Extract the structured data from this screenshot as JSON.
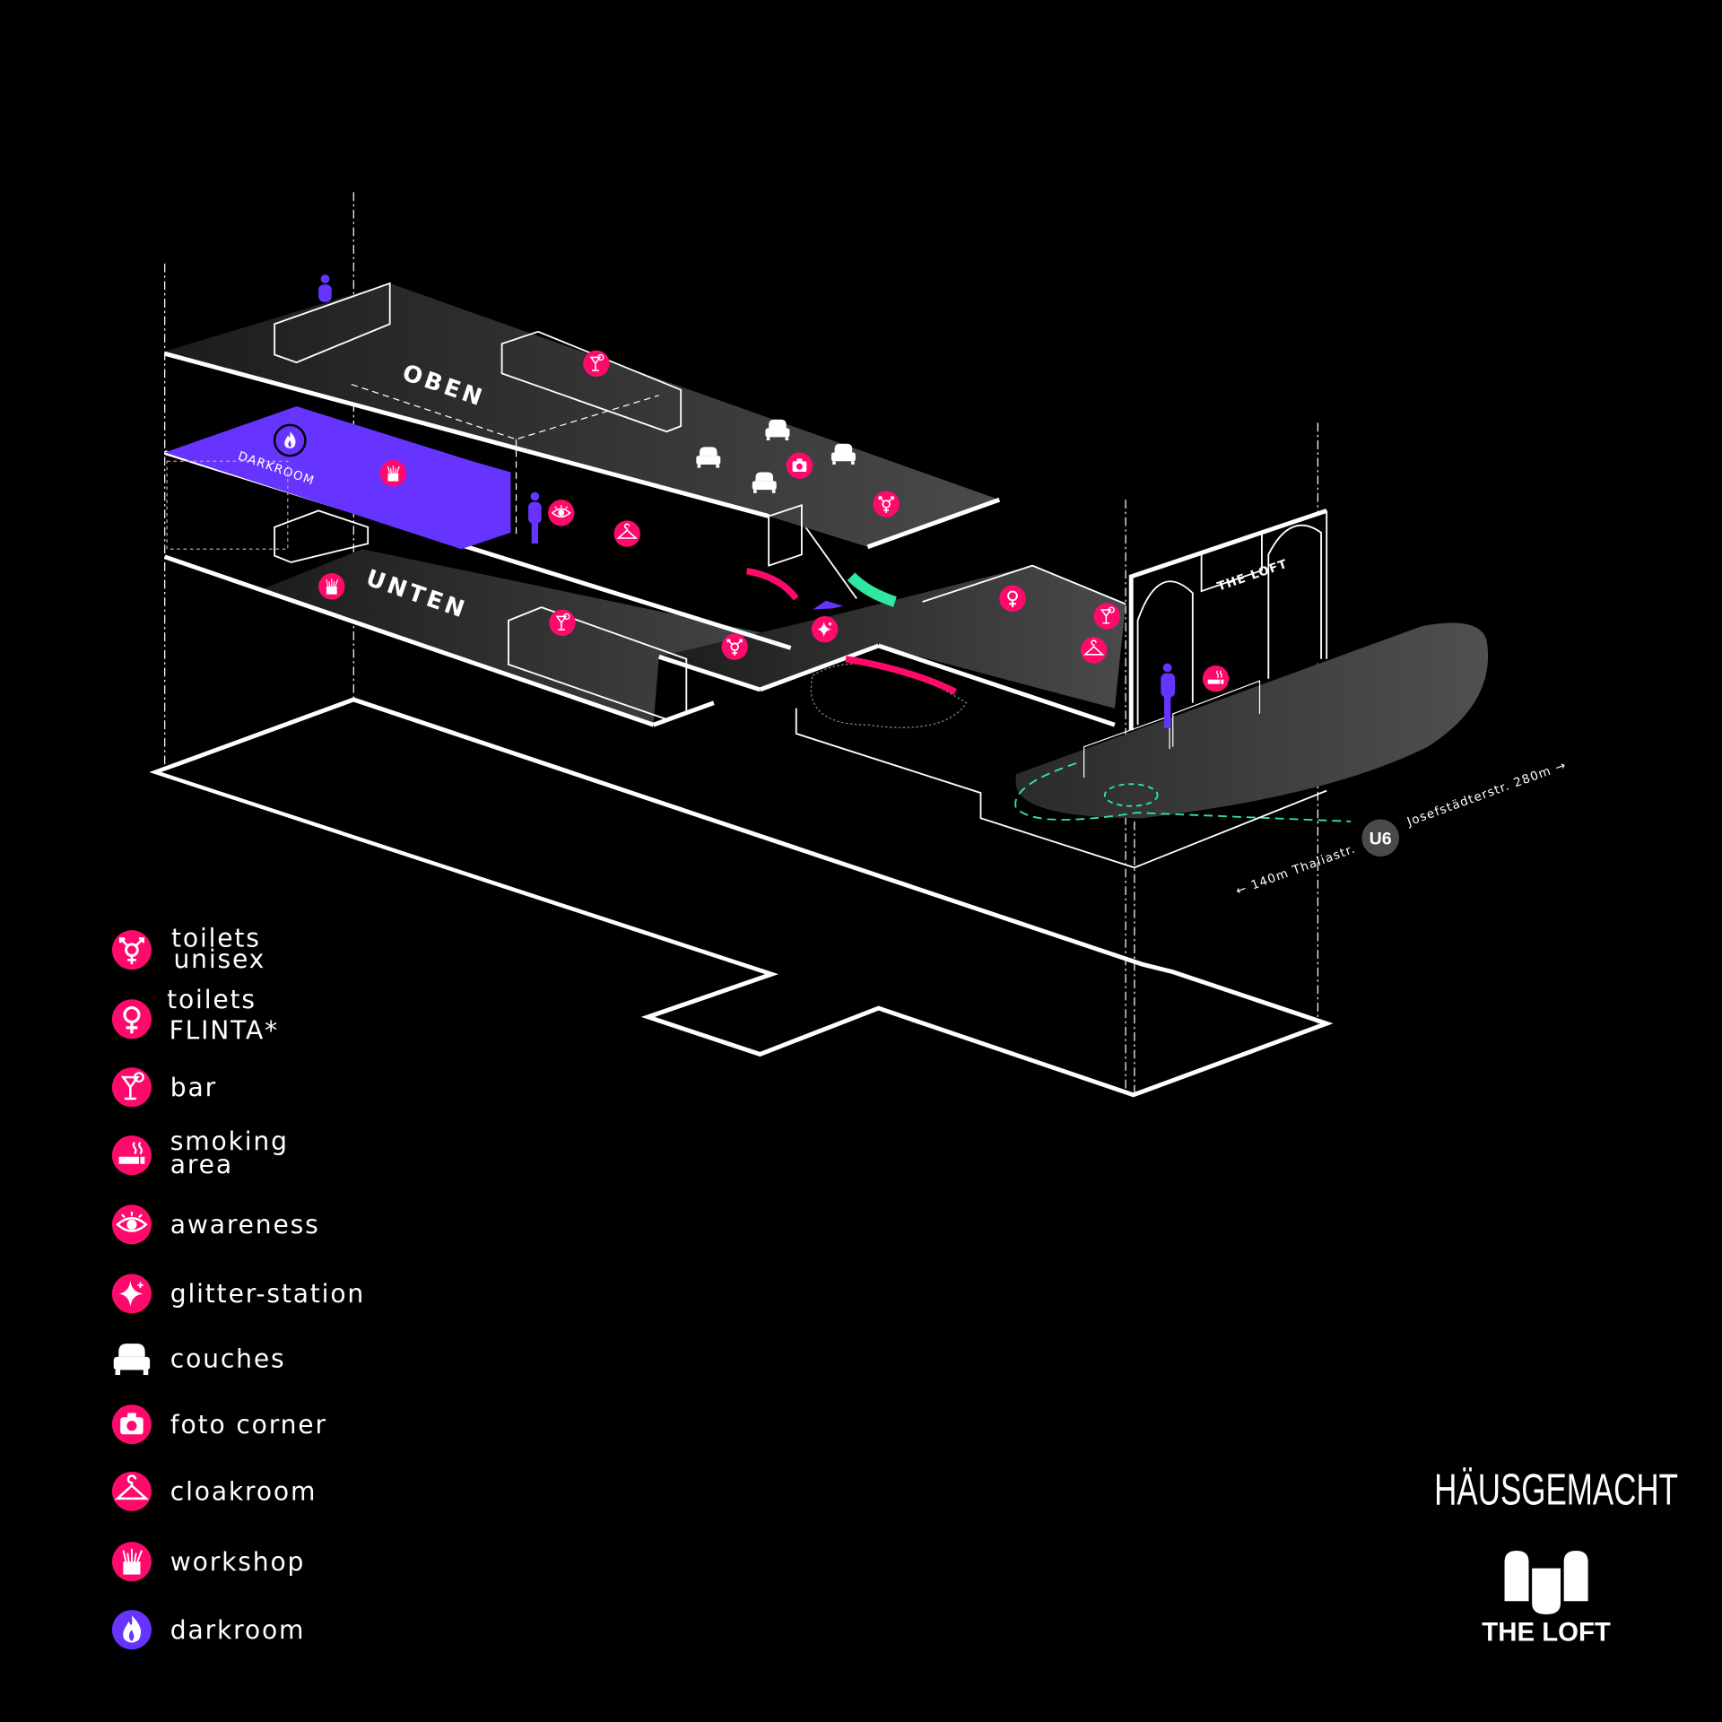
{
  "floors": {
    "upper": "OBEN",
    "lower": "UNTEN",
    "darkroom": "DARKROOM"
  },
  "facade_sign": "THE LOFT",
  "transit": {
    "line": "U6",
    "left_direction": "← 140m Thaliastr.",
    "right_direction": "Josefstädterstr. 280m →"
  },
  "colors": {
    "pink": "#ff0a6c",
    "purple": "#6633ff",
    "green": "#2ee8a0",
    "floor": "#3c3c3c"
  },
  "legend": [
    {
      "icon": "unisex-toilet-icon",
      "lines": [
        "toilets",
        "unisex"
      ]
    },
    {
      "icon": "flinta-toilet-icon",
      "lines": [
        "toilets",
        "FLINTA*"
      ]
    },
    {
      "icon": "cocktail-icon",
      "lines": [
        "bar"
      ]
    },
    {
      "icon": "cigarette-icon",
      "lines": [
        "smoking",
        "area"
      ]
    },
    {
      "icon": "eye-icon",
      "lines": [
        "awareness"
      ]
    },
    {
      "icon": "sparkle-icon",
      "lines": [
        "glitter-station"
      ]
    },
    {
      "icon": "couch-icon",
      "lines": [
        "couches"
      ]
    },
    {
      "icon": "camera-icon",
      "lines": [
        "foto corner"
      ]
    },
    {
      "icon": "hanger-icon",
      "lines": [
        "cloakroom"
      ]
    },
    {
      "icon": "gift-box-icon",
      "lines": [
        "workshop"
      ]
    },
    {
      "icon": "flame-icon",
      "lines": [
        "darkroom"
      ]
    }
  ],
  "logos": {
    "hausgemacht": "HÄUSGEMACHT",
    "the_loft": "THE LOFT"
  }
}
